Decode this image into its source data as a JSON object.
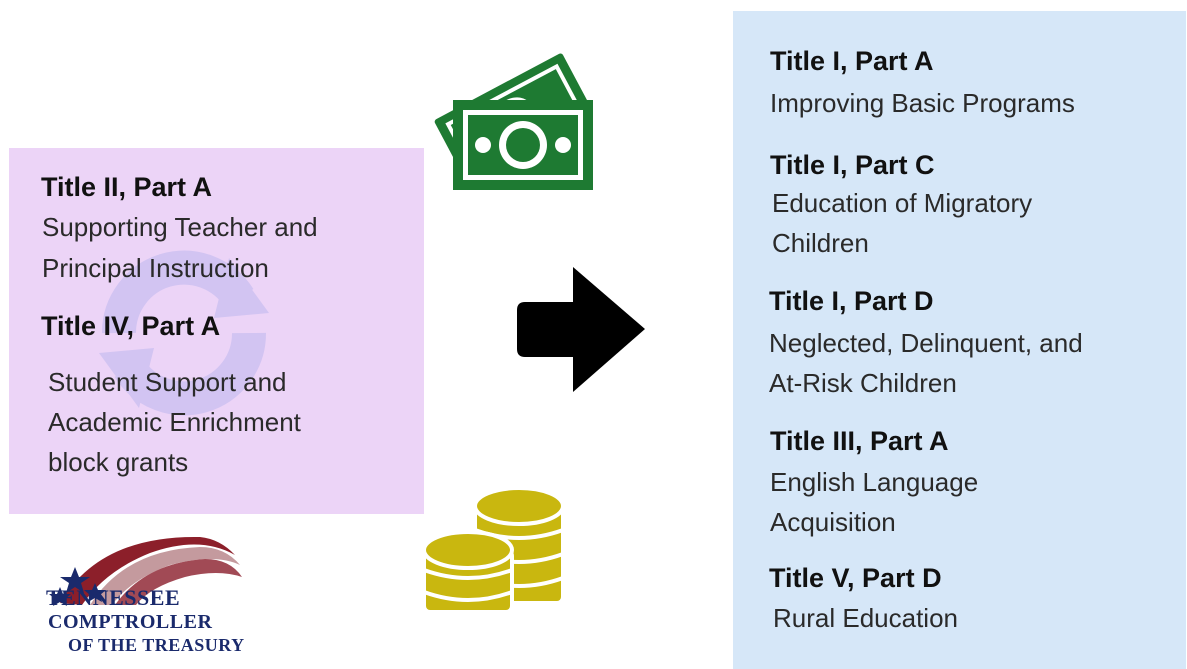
{
  "left_panel": {
    "items": [
      {
        "title": "Title II, Part A",
        "description": [
          "Supporting Teacher and",
          "Principal Instruction"
        ]
      },
      {
        "title": "Title IV, Part A",
        "description": [
          "Student Support and",
          "Academic Enrichment",
          "block grants"
        ]
      }
    ]
  },
  "right_panel": {
    "items": [
      {
        "title": "Title I, Part A",
        "description": [
          "Improving Basic Programs"
        ]
      },
      {
        "title": "Title I, Part C",
        "description": [
          "Education of Migratory",
          "Children"
        ]
      },
      {
        "title": "Title I, Part D",
        "description": [
          "Neglected, Delinquent, and",
          "At-Risk Children"
        ]
      },
      {
        "title": "Title III, Part A",
        "description": [
          "English Language",
          "Acquisition"
        ]
      },
      {
        "title": "Title V, Part D",
        "description": [
          "Rural Education"
        ]
      }
    ]
  },
  "logo": {
    "lines": [
      "Tennessee",
      "Comptroller",
      "of the Treasury"
    ]
  },
  "colors": {
    "left_box": "#ecd4f7",
    "right_box": "#d6e7f8",
    "money_green": "#1e7a32",
    "coin_gold": "#c9b70f",
    "arrow": "#000000"
  },
  "icons": [
    "money-bills-icon",
    "arrow-right-icon",
    "coins-icon",
    "refresh-icon"
  ]
}
